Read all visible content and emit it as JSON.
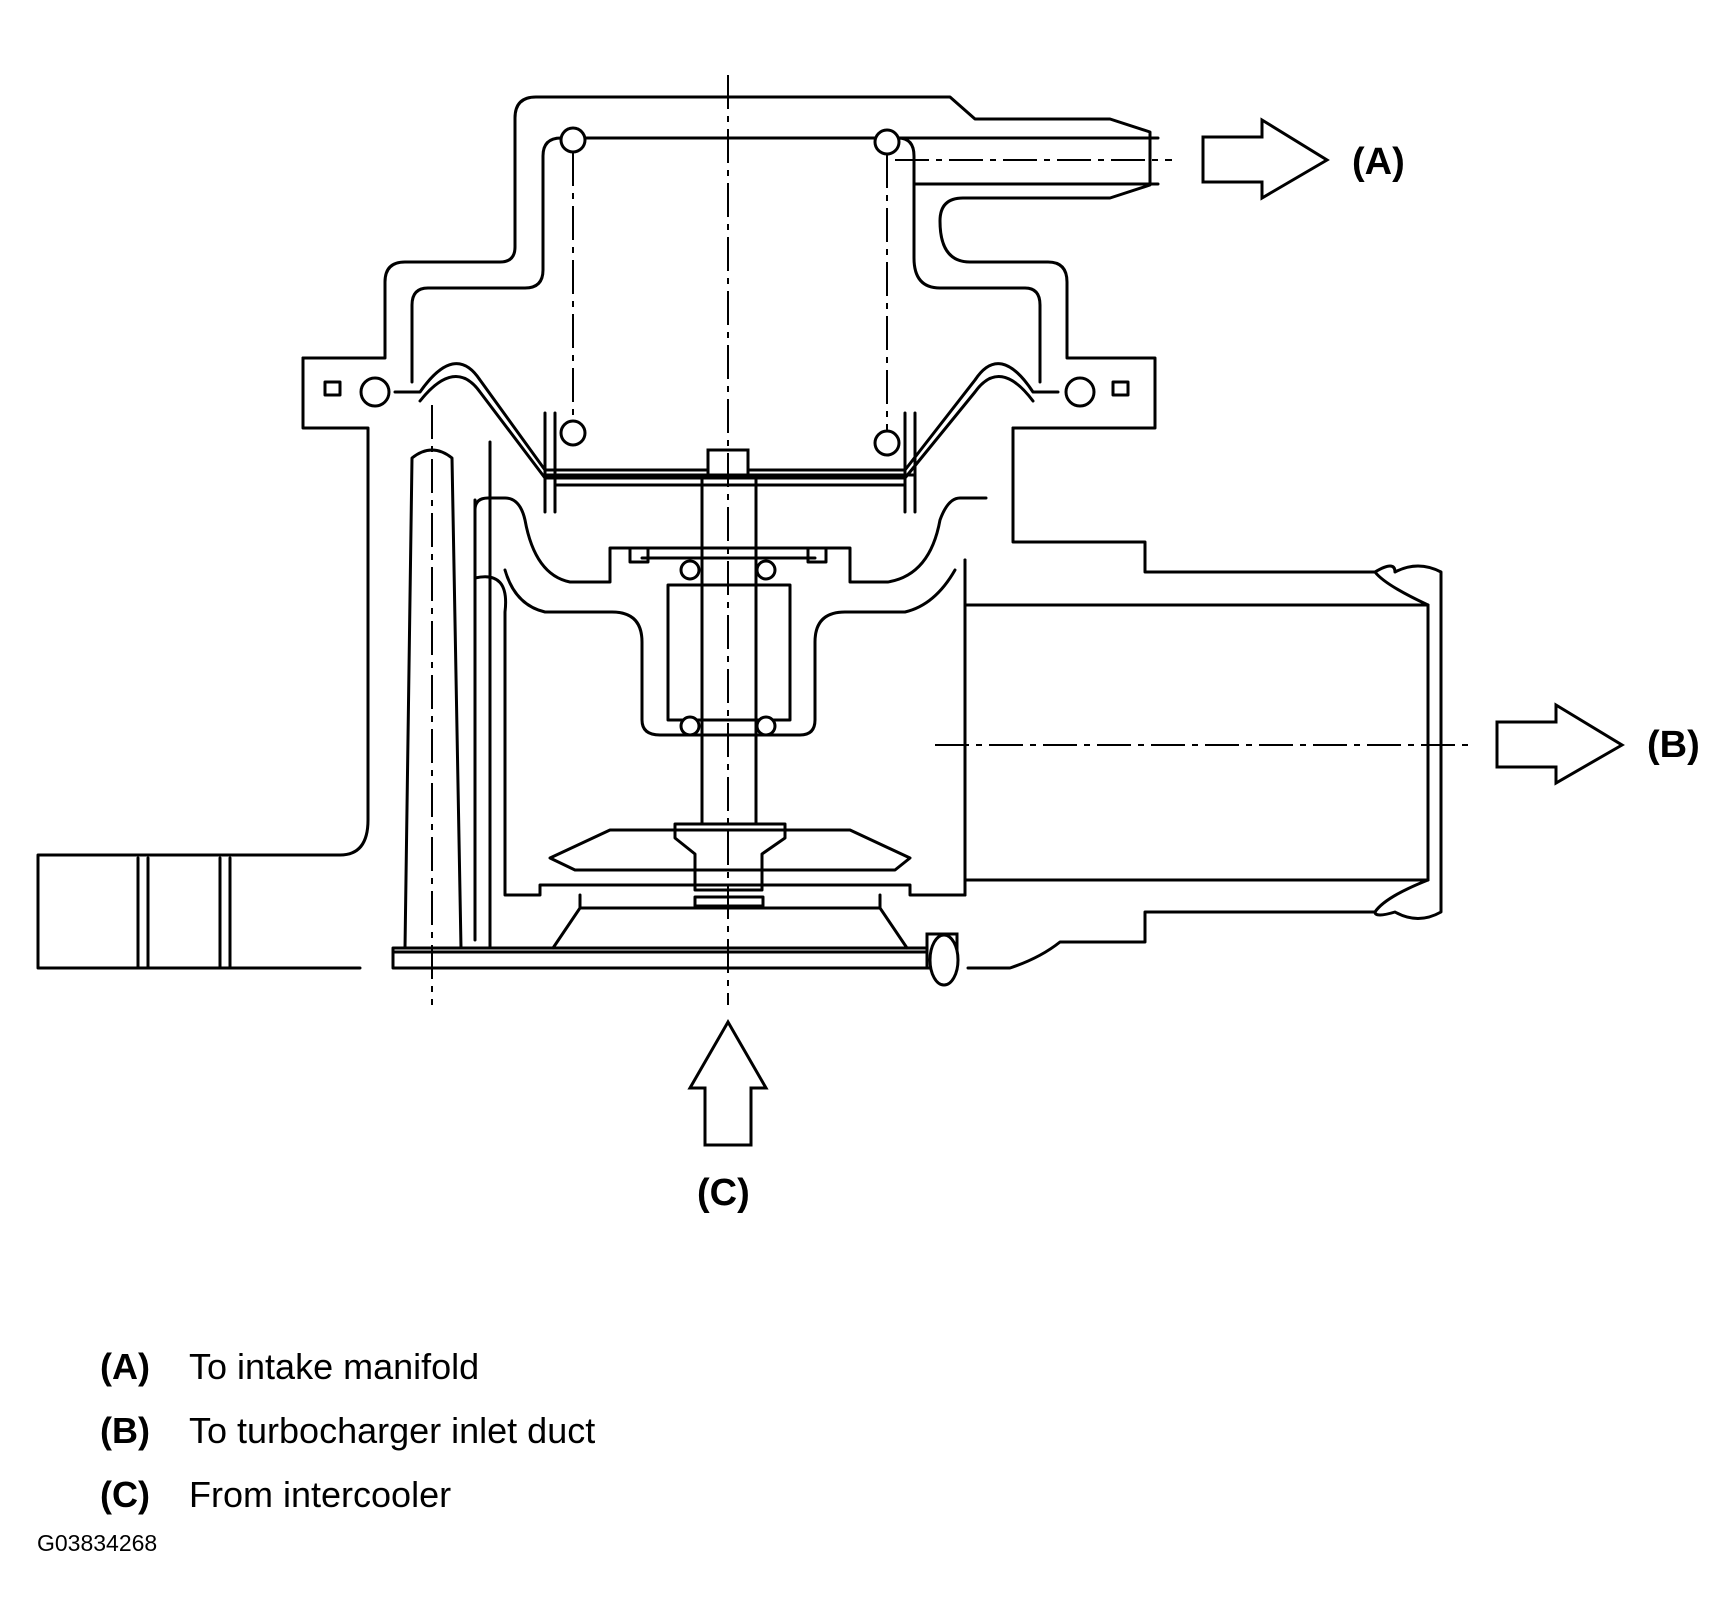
{
  "callouts": {
    "a": "(A)",
    "b": "(B)",
    "c": "(C)"
  },
  "legend": [
    {
      "key": "(A)",
      "text": "To intake manifold"
    },
    {
      "key": "(B)",
      "text": "To turbocharger inlet duct"
    },
    {
      "key": "(C)",
      "text": "From intercooler"
    }
  ],
  "figure_id": "G03834268"
}
